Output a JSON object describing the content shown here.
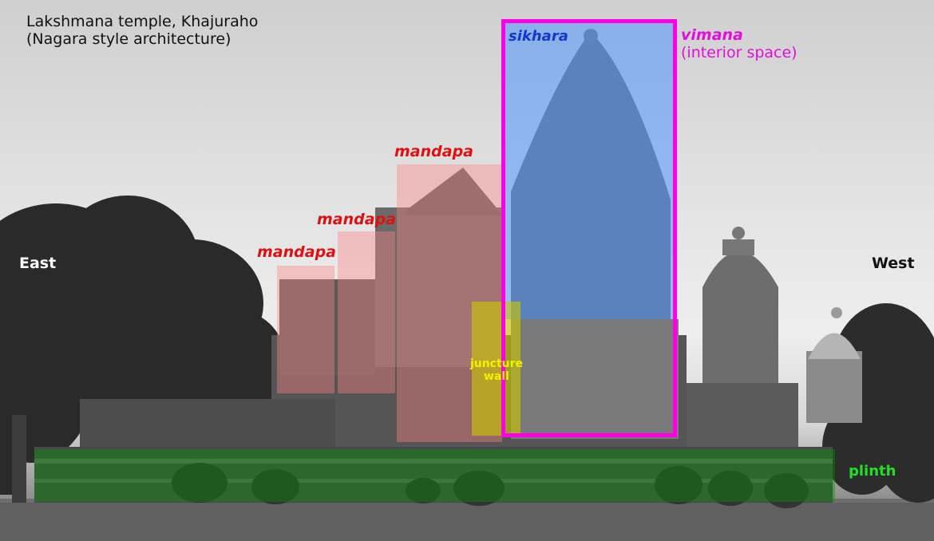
{
  "title": {
    "line1": "Lakshmana temple, Khajuraho",
    "line2": "(Nagara style architecture)"
  },
  "labels": {
    "mandapa_1": "mandapa",
    "mandapa_2": "mandapa",
    "mandapa_3": "mandapa",
    "sikhara": "sikhara",
    "vimana": "vimana",
    "vimana_note": "(interior space)",
    "juncture_line1": "juncture",
    "juncture_line2": "wall",
    "plinth": "plinth",
    "east": "East",
    "west": "West"
  },
  "colors": {
    "mandapa": "#e01010",
    "sikhara": "#1238d0",
    "vimana": "#ff00e6",
    "juncture": "#f4f000",
    "plinth": "#22e022"
  }
}
